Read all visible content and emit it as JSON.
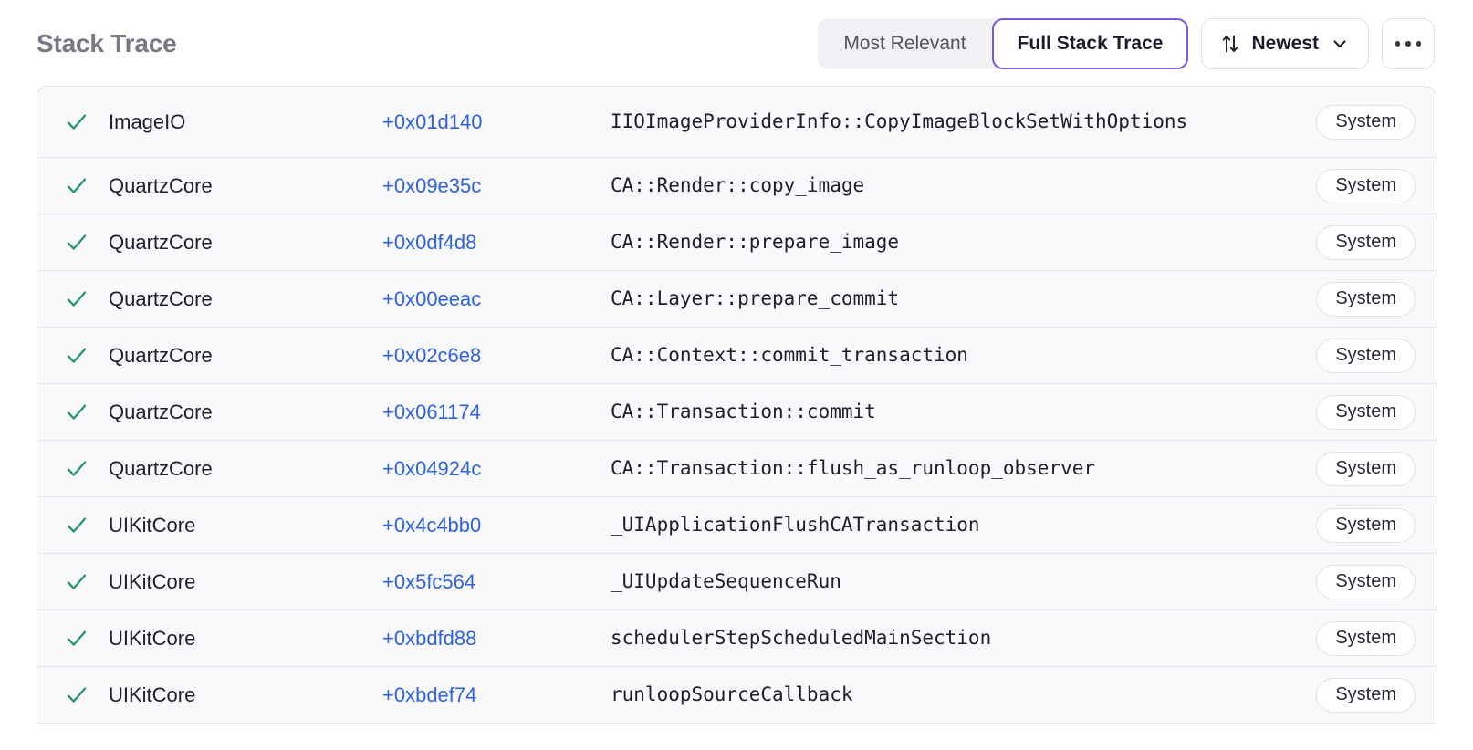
{
  "header": {
    "title": "Stack Trace",
    "segmented": {
      "options": [
        {
          "label": "Most Relevant",
          "active": false
        },
        {
          "label": "Full Stack Trace",
          "active": true
        }
      ]
    },
    "sort": {
      "icon": "sort-arrows-icon",
      "label": "Newest",
      "chevron": "chevron-down-icon"
    },
    "more": {
      "icon": "ellipsis-icon",
      "label": "..."
    }
  },
  "colors": {
    "accent_purple": "#6c5ce7",
    "link_blue": "#2f62e0",
    "check_green": "#24976a",
    "title_gray": "#7b7787",
    "row_bg": "#f9f9fb",
    "border": "#e4e4ea",
    "segmented_bg": "#f1f1f5"
  },
  "table": {
    "badge_label": "System",
    "check_icon": "checkmark-icon",
    "rows": [
      {
        "image": "ImageIO",
        "offset": "+0x01d140",
        "symbol": "IIOImageProviderInfo::CopyImageBlockSetWithOptions",
        "badge": "System",
        "checked": true
      },
      {
        "image": "QuartzCore",
        "offset": "+0x09e35c",
        "symbol": "CA::Render::copy_image",
        "badge": "System",
        "checked": true
      },
      {
        "image": "QuartzCore",
        "offset": "+0x0df4d8",
        "symbol": "CA::Render::prepare_image",
        "badge": "System",
        "checked": true
      },
      {
        "image": "QuartzCore",
        "offset": "+0x00eeac",
        "symbol": "CA::Layer::prepare_commit",
        "badge": "System",
        "checked": true
      },
      {
        "image": "QuartzCore",
        "offset": "+0x02c6e8",
        "symbol": "CA::Context::commit_transaction",
        "badge": "System",
        "checked": true
      },
      {
        "image": "QuartzCore",
        "offset": "+0x061174",
        "symbol": "CA::Transaction::commit",
        "badge": "System",
        "checked": true
      },
      {
        "image": "QuartzCore",
        "offset": "+0x04924c",
        "symbol": "CA::Transaction::flush_as_runloop_observer",
        "badge": "System",
        "checked": true
      },
      {
        "image": "UIKitCore",
        "offset": "+0x4c4bb0",
        "symbol": "_UIApplicationFlushCATransaction",
        "badge": "System",
        "checked": true
      },
      {
        "image": "UIKitCore",
        "offset": "+0x5fc564",
        "symbol": "_UIUpdateSequenceRun",
        "badge": "System",
        "checked": true
      },
      {
        "image": "UIKitCore",
        "offset": "+0xbdfd88",
        "symbol": "schedulerStepScheduledMainSection",
        "badge": "System",
        "checked": true
      },
      {
        "image": "UIKitCore",
        "offset": "+0xbdef74",
        "symbol": "runloopSourceCallback",
        "badge": "System",
        "checked": true
      }
    ]
  }
}
